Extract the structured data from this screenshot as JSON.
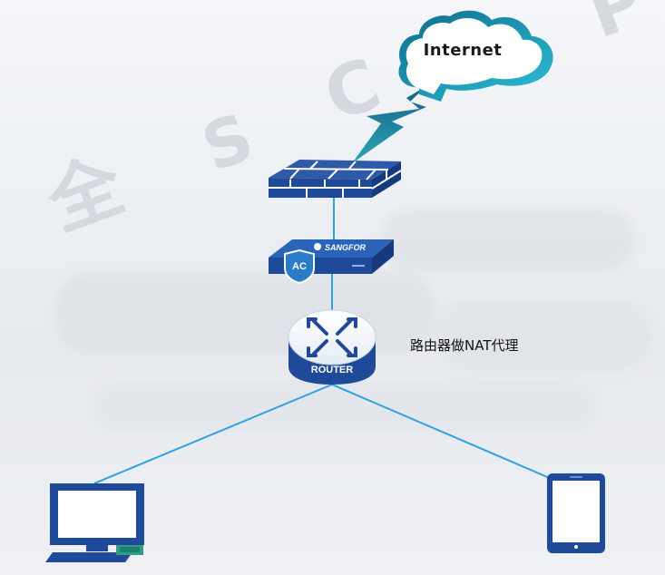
{
  "watermark": [
    "全",
    "S",
    "C",
    "P"
  ],
  "nodes": {
    "internet": {
      "label": "Internet"
    },
    "firewall": {
      "label": ""
    },
    "ac": {
      "badge": "AC",
      "brand": "SANGFOR"
    },
    "router": {
      "label": "ROUTER",
      "caption": "路由器做NAT代理"
    },
    "pc": {
      "label": ""
    },
    "tablet": {
      "label": ""
    }
  },
  "colors": {
    "link": "#2aa3e0",
    "device_blue": "#1f4a9a",
    "bolt": "#1f6e8f",
    "cloud_edge": "#1b8fb2"
  }
}
